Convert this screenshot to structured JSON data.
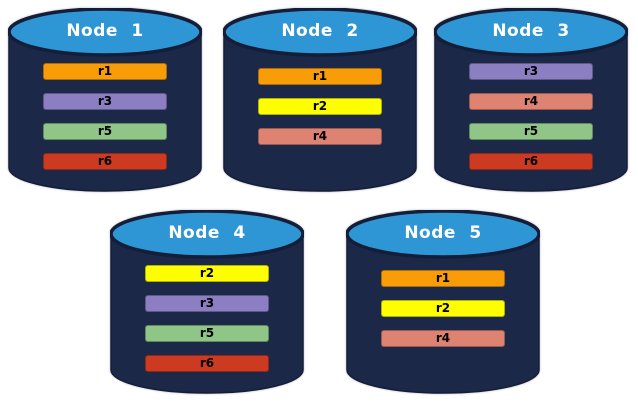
{
  "diagram": {
    "palette": {
      "r1": "#F89D07",
      "r2": "#FEFE00",
      "r3": "#8B7EC3",
      "r4": "#DE8272",
      "r5": "#8FC687",
      "r6": "#CC3A21"
    },
    "cylinder_colors": {
      "body": "#1C2848",
      "top": "#2E96D5",
      "outline": "#141E38"
    },
    "nodes": [
      {
        "title": "Node 1",
        "replicas": [
          "r1",
          "r3",
          "r5",
          "r6"
        ]
      },
      {
        "title": "Node 2",
        "replicas": [
          "r1",
          "r2",
          "r4"
        ]
      },
      {
        "title": "Node 3",
        "replicas": [
          "r3",
          "r4",
          "r5",
          "r6"
        ]
      },
      {
        "title": "Node 4",
        "replicas": [
          "r2",
          "r3",
          "r5",
          "r6"
        ]
      },
      {
        "title": "Node 5",
        "replicas": [
          "r1",
          "r2",
          "r4"
        ]
      }
    ]
  }
}
